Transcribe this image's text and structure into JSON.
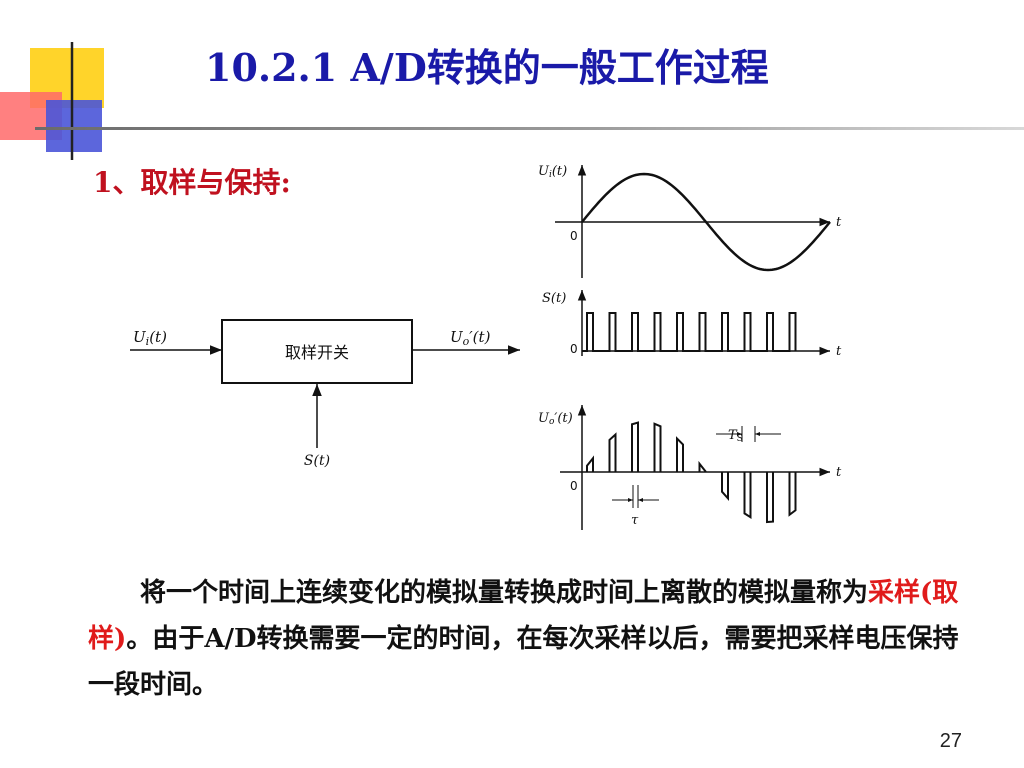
{
  "slide": {
    "title": "10.2.1  A/D转换的一般工作过程",
    "section": "1、取样与保持:",
    "page_number": "27"
  },
  "block_diagram": {
    "box_label": "取样开关",
    "input_label": "U",
    "input_sub": "i",
    "input_arg": "(t)",
    "output_label": "U",
    "output_sub": "o",
    "output_arg": "′(t)",
    "control_label": "S(t)"
  },
  "waveforms": {
    "input_label": "U",
    "input_sub": "i",
    "input_arg": "(t)",
    "switch_label": "S(t)",
    "output_label": "U",
    "output_sub": "o",
    "output_arg": "′(t)",
    "axis_label": "t",
    "origin_label": "0",
    "period_label": "T",
    "period_sub": "S",
    "pulse_width_label": "τ"
  },
  "paragraph": {
    "part1": "将一个时间上连续变化的模拟量转换成时间上离散的模拟量称为",
    "highlight": "采样(取样)",
    "part2": "。由于A/D转换需要一定的时间，在每次采样以后，需要把采样电压保持一段时间。"
  },
  "colors": {
    "title": "#1a1aa8",
    "section": "#c0111f",
    "highlight": "#e01b1b"
  }
}
